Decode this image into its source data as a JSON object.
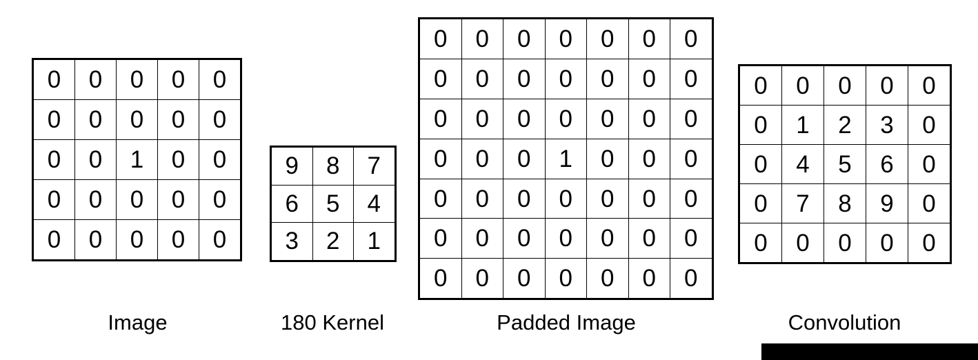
{
  "diagram": {
    "title_present": false,
    "background_color": "#ffffff",
    "line_color": "#000000",
    "text_color": "#000000",
    "panels": [
      {
        "id": "image",
        "caption": "Image",
        "rows": 5,
        "cols": 5,
        "cells": [
          [
            "0",
            "0",
            "0",
            "0",
            "0"
          ],
          [
            "0",
            "0",
            "0",
            "0",
            "0"
          ],
          [
            "0",
            "0",
            "1",
            "0",
            "0"
          ],
          [
            "0",
            "0",
            "0",
            "0",
            "0"
          ],
          [
            "0",
            "0",
            "0",
            "0",
            "0"
          ]
        ]
      },
      {
        "id": "kernel",
        "caption": "180 Kernel",
        "rows": 3,
        "cols": 3,
        "cells": [
          [
            "9",
            "8",
            "7"
          ],
          [
            "6",
            "5",
            "4"
          ],
          [
            "3",
            "2",
            "1"
          ]
        ]
      },
      {
        "id": "padded",
        "caption": "Padded Image",
        "rows": 7,
        "cols": 7,
        "cells": [
          [
            "0",
            "0",
            "0",
            "0",
            "0",
            "0",
            "0"
          ],
          [
            "0",
            "0",
            "0",
            "0",
            "0",
            "0",
            "0"
          ],
          [
            "0",
            "0",
            "0",
            "0",
            "0",
            "0",
            "0"
          ],
          [
            "0",
            "0",
            "0",
            "1",
            "0",
            "0",
            "0"
          ],
          [
            "0",
            "0",
            "0",
            "0",
            "0",
            "0",
            "0"
          ],
          [
            "0",
            "0",
            "0",
            "0",
            "0",
            "0",
            "0"
          ],
          [
            "0",
            "0",
            "0",
            "0",
            "0",
            "0",
            "0"
          ]
        ]
      },
      {
        "id": "convolution",
        "caption": "Convolution",
        "rows": 5,
        "cols": 5,
        "cells": [
          [
            "0",
            "0",
            "0",
            "0",
            "0"
          ],
          [
            "0",
            "1",
            "2",
            "3",
            "0"
          ],
          [
            "0",
            "4",
            "5",
            "6",
            "0"
          ],
          [
            "0",
            "7",
            "8",
            "9",
            "0"
          ],
          [
            "0",
            "0",
            "0",
            "0",
            "0"
          ]
        ]
      }
    ],
    "bottom_bar": {
      "color": "#000000",
      "label": ""
    }
  }
}
